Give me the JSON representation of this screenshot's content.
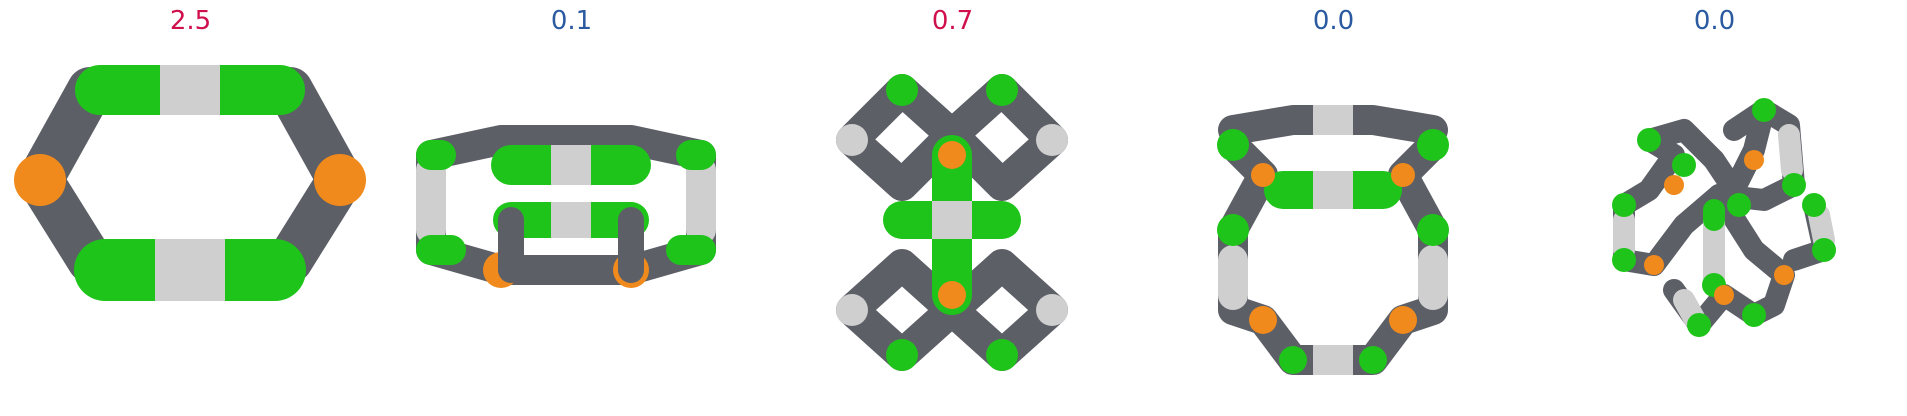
{
  "colors": {
    "label_red": "#d0104c",
    "label_blue": "#2a5aa0",
    "tube_green": "#1fc41a",
    "tube_white": "#cfcfcf",
    "tube_gray": "#5c5f66",
    "tube_orange": "#f08a1c"
  },
  "panels": [
    {
      "score": "2.5",
      "score_color": "#d0104c",
      "shape": "hexagonal-ring"
    },
    {
      "score": "0.1",
      "score_color": "#2a5aa0",
      "shape": "stacked-rings"
    },
    {
      "score": "0.7",
      "score_color": "#d0104c",
      "shape": "four-petal-cross"
    },
    {
      "score": "0.0",
      "score_color": "#2a5aa0",
      "shape": "cage-front"
    },
    {
      "score": "0.0",
      "score_color": "#2a5aa0",
      "shape": "twisted-cage"
    }
  ]
}
